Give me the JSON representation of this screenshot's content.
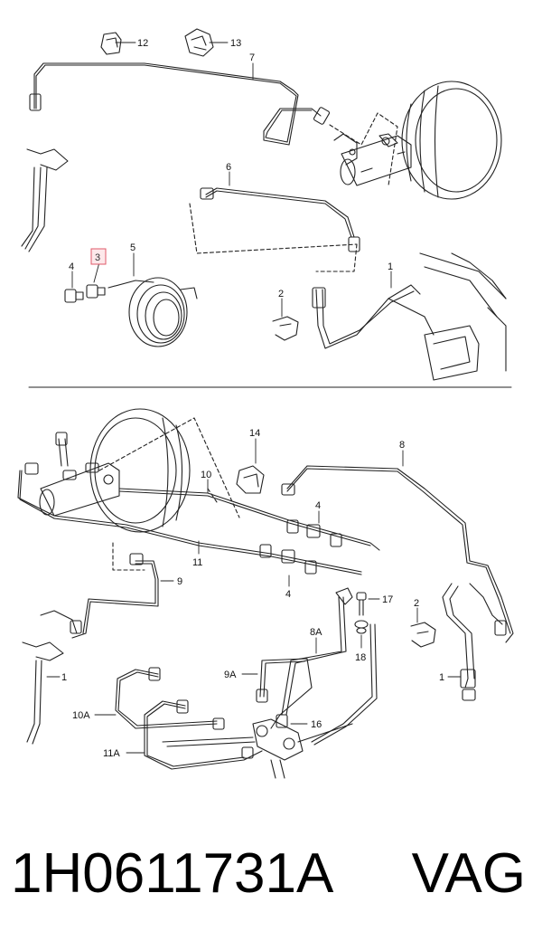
{
  "callouts_top": {
    "c12": "12",
    "c13": "13",
    "c7": "7",
    "c6": "6",
    "c5": "5",
    "c4": "4",
    "c3": "3",
    "c2": "2",
    "c1": "1"
  },
  "callouts_bottom": {
    "c14": "14",
    "c8": "8",
    "c10": "10",
    "c4a": "4",
    "c11": "11",
    "c4b": "4",
    "c9": "9",
    "c17": "17",
    "c2": "2",
    "c8A": "8A",
    "c18": "18",
    "c9A": "9A",
    "c1a": "1",
    "c1b": "1",
    "c10A": "10A",
    "c16": "16",
    "c11A": "11A"
  },
  "highlight_color": "#e05a6a",
  "footer": {
    "part_number": "1H0611731A",
    "brand": "VAG"
  }
}
